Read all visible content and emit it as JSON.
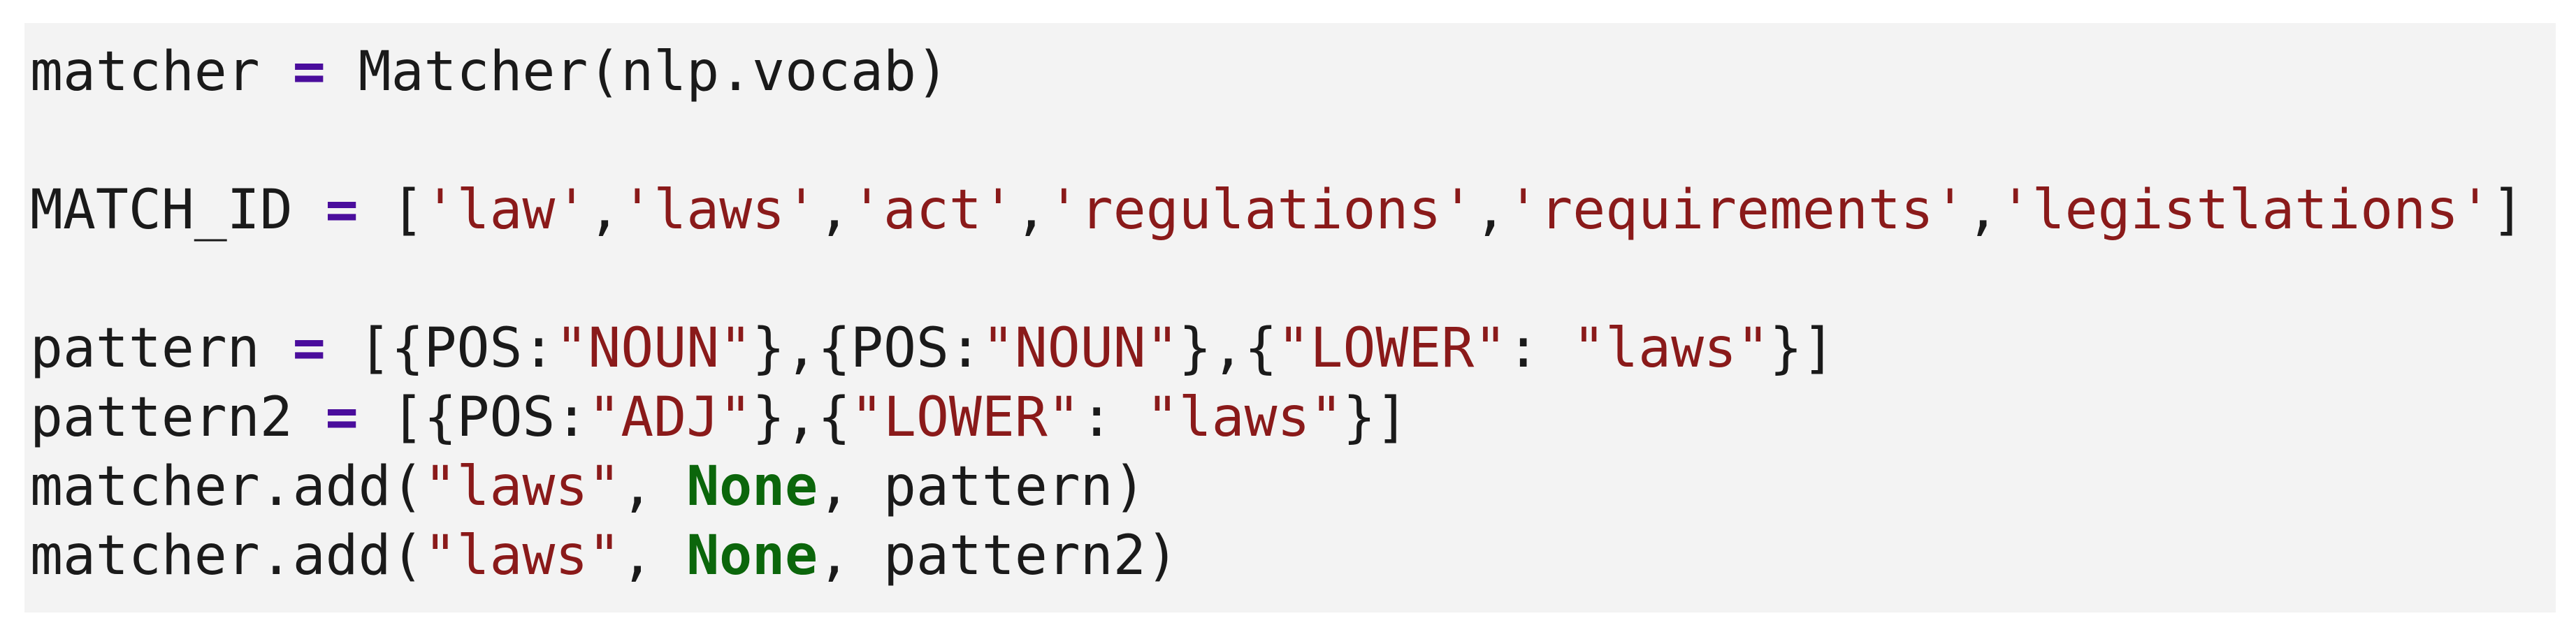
{
  "app": {
    "type": "notebook-code-cell",
    "language": "python"
  },
  "theme": {
    "page_background": "#ffffff",
    "cell_background": "#f3f3f3",
    "colors": {
      "default": "#1a1a1a",
      "operator": "#4a0d9c",
      "string": "#8a1a1a",
      "keyword": "#0b660b"
    }
  },
  "code": {
    "lines": [
      {
        "segments": [
          {
            "text": "matcher ",
            "style": "default"
          },
          {
            "text": "=",
            "style": "operator"
          },
          {
            "text": " Matcher(nlp.vocab)",
            "style": "default"
          }
        ]
      },
      {
        "segments": []
      },
      {
        "segments": [
          {
            "text": "MATCH_ID ",
            "style": "default"
          },
          {
            "text": "=",
            "style": "operator"
          },
          {
            "text": " [",
            "style": "default"
          },
          {
            "text": "'law'",
            "style": "string"
          },
          {
            "text": ",",
            "style": "default"
          },
          {
            "text": "'laws'",
            "style": "string"
          },
          {
            "text": ",",
            "style": "default"
          },
          {
            "text": "'act'",
            "style": "string"
          },
          {
            "text": ",",
            "style": "default"
          },
          {
            "text": "'regulations'",
            "style": "string"
          },
          {
            "text": ",",
            "style": "default"
          },
          {
            "text": "'requirements'",
            "style": "string"
          },
          {
            "text": ",",
            "style": "default"
          },
          {
            "text": "'legistlations'",
            "style": "string"
          },
          {
            "text": "]",
            "style": "default"
          }
        ]
      },
      {
        "segments": []
      },
      {
        "segments": [
          {
            "text": "pattern ",
            "style": "default"
          },
          {
            "text": "=",
            "style": "operator"
          },
          {
            "text": " [{POS:",
            "style": "default"
          },
          {
            "text": "\"NOUN\"",
            "style": "string"
          },
          {
            "text": "},{POS:",
            "style": "default"
          },
          {
            "text": "\"NOUN\"",
            "style": "string"
          },
          {
            "text": "},{",
            "style": "default"
          },
          {
            "text": "\"LOWER\"",
            "style": "string"
          },
          {
            "text": ": ",
            "style": "default"
          },
          {
            "text": "\"laws\"",
            "style": "string"
          },
          {
            "text": "}]",
            "style": "default"
          }
        ]
      },
      {
        "segments": [
          {
            "text": "pattern2 ",
            "style": "default"
          },
          {
            "text": "=",
            "style": "operator"
          },
          {
            "text": " [{POS:",
            "style": "default"
          },
          {
            "text": "\"ADJ\"",
            "style": "string"
          },
          {
            "text": "},{",
            "style": "default"
          },
          {
            "text": "\"LOWER\"",
            "style": "string"
          },
          {
            "text": ": ",
            "style": "default"
          },
          {
            "text": "\"laws\"",
            "style": "string"
          },
          {
            "text": "}]",
            "style": "default"
          }
        ]
      },
      {
        "segments": [
          {
            "text": "matcher.add(",
            "style": "default"
          },
          {
            "text": "\"laws\"",
            "style": "string"
          },
          {
            "text": ", ",
            "style": "default"
          },
          {
            "text": "None",
            "style": "keyword"
          },
          {
            "text": ", pattern)",
            "style": "default"
          }
        ]
      },
      {
        "segments": [
          {
            "text": "matcher.add(",
            "style": "default"
          },
          {
            "text": "\"laws\"",
            "style": "string"
          },
          {
            "text": ", ",
            "style": "default"
          },
          {
            "text": "None",
            "style": "keyword"
          },
          {
            "text": ", pattern2)",
            "style": "default"
          }
        ]
      }
    ]
  }
}
